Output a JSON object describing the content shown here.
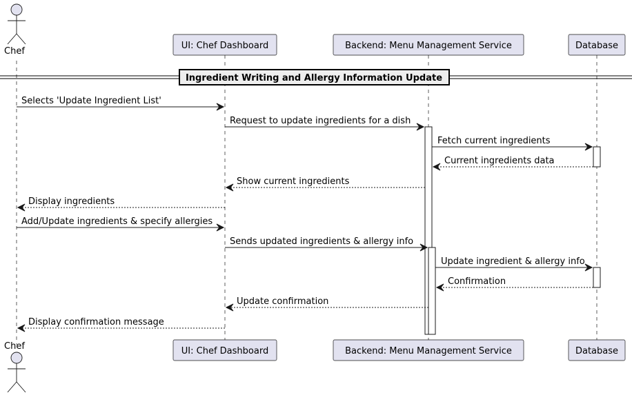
{
  "diagram": {
    "type": "sequence",
    "divider": "Ingredient Writing and Allergy Information Update",
    "participants": [
      {
        "id": "chef",
        "label": "Chef",
        "kind": "actor"
      },
      {
        "id": "ui",
        "label": "UI: Chef Dashboard",
        "kind": "participant"
      },
      {
        "id": "backend",
        "label": "Backend: Menu Management Service",
        "kind": "participant"
      },
      {
        "id": "db",
        "label": "Database",
        "kind": "participant"
      }
    ],
    "messages": [
      {
        "from": "chef",
        "to": "ui",
        "label": "Selects 'Update Ingredient List'",
        "style": "solid"
      },
      {
        "from": "ui",
        "to": "backend",
        "label": "Request to update ingredients for a dish",
        "style": "solid"
      },
      {
        "from": "backend",
        "to": "db",
        "label": "Fetch current ingredients",
        "style": "solid"
      },
      {
        "from": "db",
        "to": "backend",
        "label": "Current ingredients data",
        "style": "dashed"
      },
      {
        "from": "backend",
        "to": "ui",
        "label": "Show current ingredients",
        "style": "dashed"
      },
      {
        "from": "ui",
        "to": "chef",
        "label": "Display ingredients",
        "style": "dashed"
      },
      {
        "from": "chef",
        "to": "ui",
        "label": "Add/Update ingredients & specify allergies",
        "style": "solid"
      },
      {
        "from": "ui",
        "to": "backend",
        "label": "Sends updated ingredients & allergy info",
        "style": "solid"
      },
      {
        "from": "backend",
        "to": "db",
        "label": "Update ingredient & allergy info",
        "style": "solid"
      },
      {
        "from": "db",
        "to": "backend",
        "label": "Confirmation",
        "style": "dashed"
      },
      {
        "from": "backend",
        "to": "ui",
        "label": "Update confirmation",
        "style": "dashed"
      },
      {
        "from": "ui",
        "to": "chef",
        "label": "Display confirmation message",
        "style": "dashed"
      }
    ]
  }
}
